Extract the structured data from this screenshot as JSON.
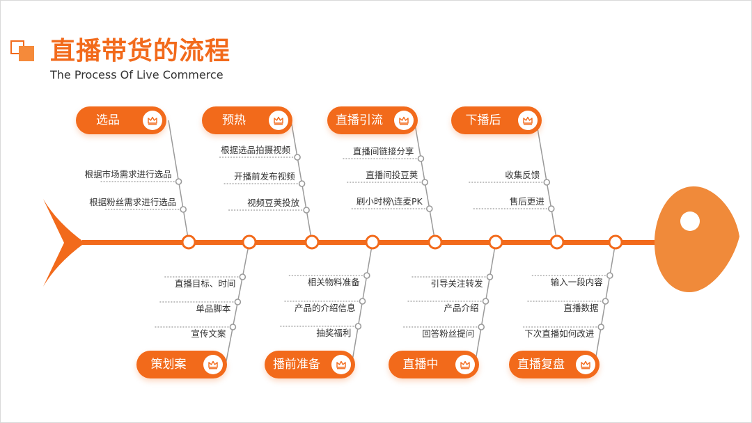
{
  "header": {
    "title": "直播带货的流程",
    "subtitle": "The Process Of Live Commerce"
  },
  "colors": {
    "accent": "#f26a1b",
    "accent_light": "#f58a3a",
    "spine": "#f26a1b",
    "branch": "#9a9a9a",
    "text": "#333333"
  },
  "top_stages": [
    {
      "label": "选品",
      "items": [
        "根据市场需求进行选品",
        "根据粉丝需求进行选品"
      ]
    },
    {
      "label": "预热",
      "items": [
        "根据选品拍摄视频",
        "开播前发布视频",
        "视频豆荚投放"
      ]
    },
    {
      "label": "直播引流",
      "items": [
        "直播间链接分享",
        "直播间投豆荚",
        "刷小时榜\\连麦PK"
      ]
    },
    {
      "label": "下播后",
      "items": [
        "收集反馈",
        "售后更进"
      ]
    }
  ],
  "bottom_stages": [
    {
      "label": "策划案",
      "items": [
        "直播目标、时间",
        "单品脚本",
        "宣传文案"
      ]
    },
    {
      "label": "播前准备",
      "items": [
        "相关物料准备",
        "产品的介绍信息",
        "抽奖福利"
      ]
    },
    {
      "label": "直播中",
      "items": [
        "引导关注转发",
        "产品介绍",
        "回答粉丝提问"
      ]
    },
    {
      "label": "直播复盘",
      "items": [
        "输入一段内容",
        "直播数据",
        "下次直播如何改进"
      ]
    }
  ],
  "icons": {
    "pill_icon": "crown-icon",
    "logo": "square-logo-icon"
  }
}
